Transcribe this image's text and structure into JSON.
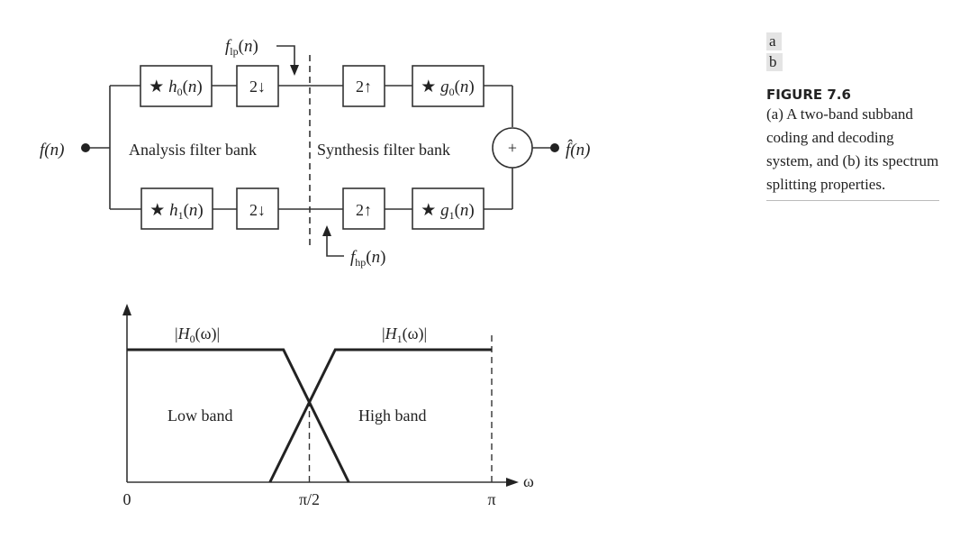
{
  "figure": {
    "panel_labels": [
      "a",
      "b"
    ],
    "title": "FIGURE 7.6",
    "caption": "(a) A two-band subband coding and decoding system, and (b) its spectrum splitting properties."
  },
  "block_diagram": {
    "input_label": "f(n)",
    "output_label": "f̂(n)",
    "analysis_label": "Analysis filter bank",
    "synthesis_label": "Synthesis filter bank",
    "lowpass_signal_label": "f_lp(n)",
    "highpass_signal_label": "f_hp(n)",
    "blocks": {
      "h0": "★ h0(n)",
      "h1": "★ h1(n)",
      "down": "2↓",
      "up": "2↑",
      "g0": "★ g0(n)",
      "g1": "★ g1(n)"
    },
    "summer": "+"
  },
  "chart_data": {
    "type": "line",
    "title": "",
    "xlabel": "ω",
    "ylabel": "",
    "xticks": [
      {
        "value": 0,
        "label": "0"
      },
      {
        "value": 0.5,
        "label": "π/2"
      },
      {
        "value": 1,
        "label": "π"
      }
    ],
    "xlim": [
      0,
      1
    ],
    "ylim": [
      0,
      1
    ],
    "x_units": "π",
    "series": [
      {
        "name": "|H0(ω)|",
        "points": [
          [
            0,
            1
          ],
          [
            0.429,
            1
          ],
          [
            0.608,
            0
          ]
        ]
      },
      {
        "name": "|H1(ω)|",
        "points": [
          [
            0.392,
            0
          ],
          [
            0.571,
            1
          ],
          [
            1,
            1
          ]
        ]
      }
    ],
    "regions": [
      {
        "label": "Low band"
      },
      {
        "label": "High band"
      }
    ],
    "reference_lines": [
      {
        "x": 0.5,
        "style": "dashed"
      },
      {
        "x": 1,
        "style": "dashed"
      }
    ],
    "grid": false
  }
}
